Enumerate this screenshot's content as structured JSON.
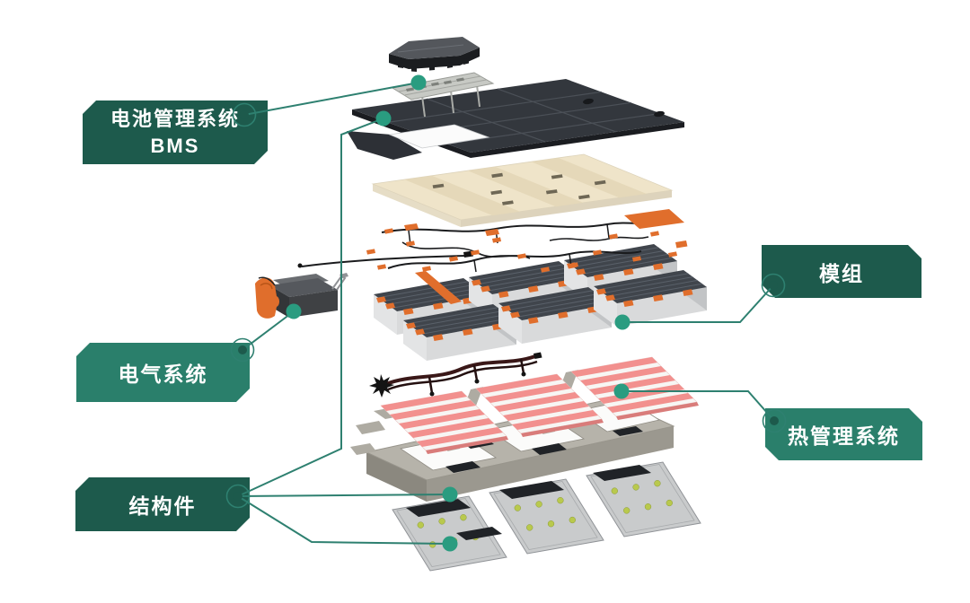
{
  "labels": {
    "bms": {
      "line1": "电池管理系统",
      "line2": "BMS"
    },
    "module": {
      "text": "模组"
    },
    "electrical": {
      "text": "电气系统"
    },
    "thermal": {
      "text": "热管理系统"
    },
    "structural": {
      "text": "结构件"
    }
  },
  "parts": [
    "pack-lid",
    "bms-board",
    "pack-top-cover",
    "insulation-pads",
    "wiring-harness",
    "battery-modules",
    "electrical-system-unit",
    "cooling-plates",
    "coolant-hoses",
    "structural-tray",
    "bottom-plates",
    "callout-connectors"
  ],
  "colors": {
    "bg": "#ffffff",
    "label-dark": "#1d5a4c",
    "label-teal": "#2a7f6b",
    "label-text": "#ffffff",
    "line": "#2e8070",
    "dot": "#2a9c80",
    "ring-dark": "#1d5a4c",
    "cover-top": "#33373d",
    "cover-side": "#1b1d21",
    "cover-line": "#4b5057",
    "lid-top": "#54575c",
    "lid-side": "#1b1d20",
    "bms-tray": "#c7c9c4",
    "cream": "#efe4c9",
    "cream-stripe": "#e5d8b9",
    "cream-rim": "#ddd3bc",
    "module-top": "#40454c",
    "module-line": "#5a616a",
    "module-front": "#d9dadb",
    "module-side": "#c2c4c6",
    "module-left": "#e3e4e5",
    "orange": "#e06e2c",
    "pink": "#f2908e",
    "pink-shadow": "#d97c7a",
    "plate-white": "#f7f6f4",
    "tray-gray": "#b6b3aa",
    "tray-side": "#9b988f",
    "pad-black": "#202327",
    "base-silver": "#c9cbcc",
    "base-edge": "#8f9296",
    "cell-dot": "#b9c94d",
    "harness": "#1a1b1d",
    "hose": "#3a1818"
  }
}
